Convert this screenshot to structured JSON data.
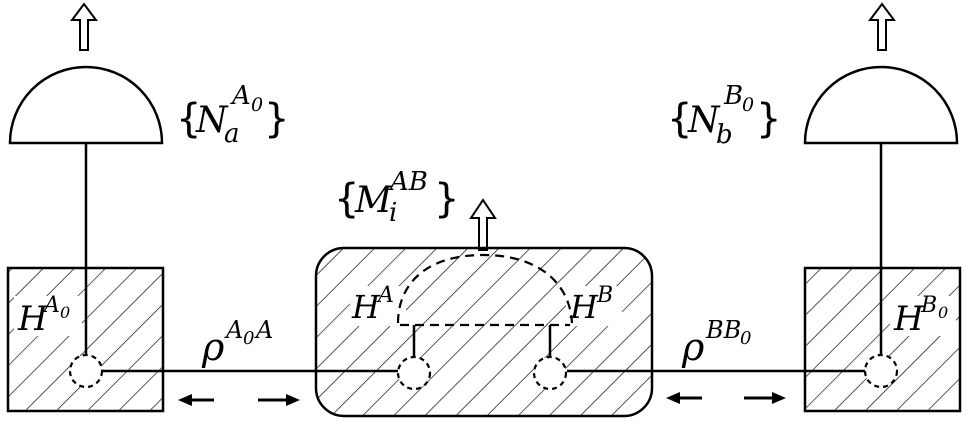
{
  "measurements": {
    "alice": {
      "base": "N",
      "sub": "a",
      "sup": "A",
      "sup_sub": "0"
    },
    "bob": {
      "base": "N",
      "sub": "b",
      "sup": "B",
      "sup_sub": "0"
    },
    "joint": {
      "base": "M",
      "sub": "i",
      "sup": "AB"
    }
  },
  "spaces": {
    "left": {
      "base": "H",
      "sup": "A",
      "sup_sub": "0"
    },
    "middle_a": {
      "base": "H",
      "sup": "A"
    },
    "middle_b": {
      "base": "H",
      "sup": "B"
    },
    "right": {
      "base": "H",
      "sup": "B",
      "sup_sub": "0"
    }
  },
  "states": {
    "left": {
      "base": "ρ",
      "sup_a": "A",
      "sup_sub": "0",
      "sup_b": "A"
    },
    "right": {
      "base": "ρ",
      "sup_a": "BB",
      "sup_sub": "0"
    }
  },
  "braces": {
    "open": "{",
    "close": "}"
  },
  "colors": {
    "stroke": "#000000",
    "background": "#ffffff"
  }
}
